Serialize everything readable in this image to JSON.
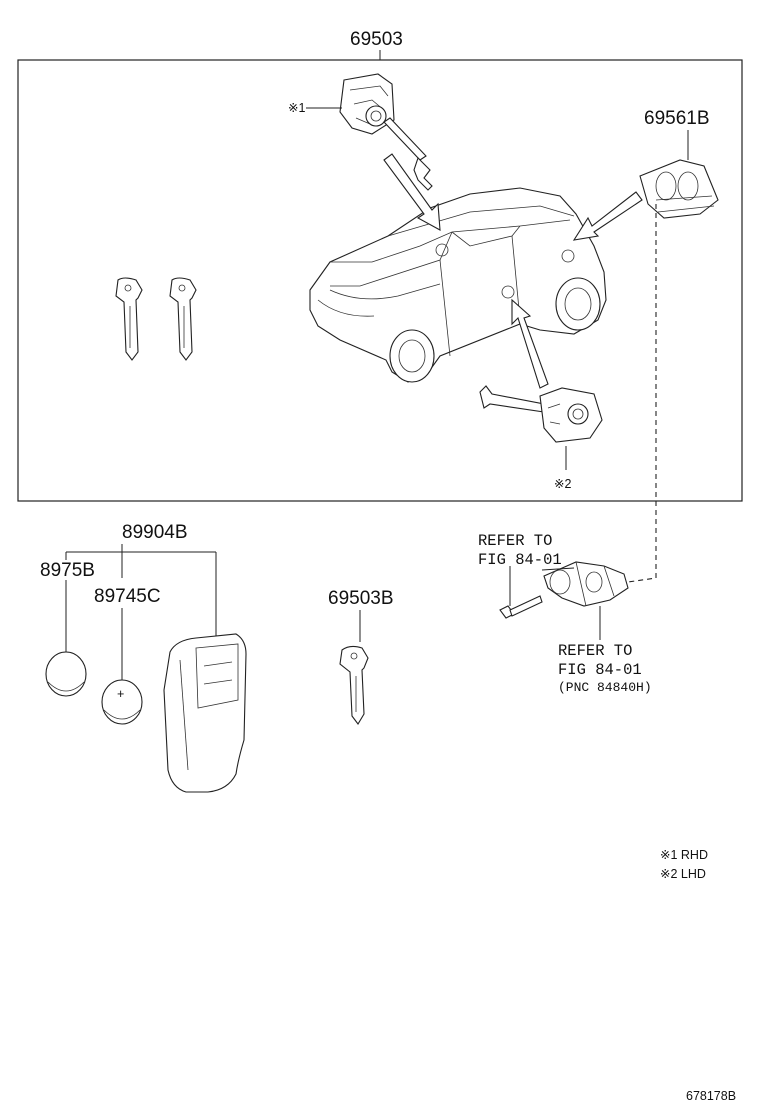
{
  "labels": {
    "main_assembly": "69503",
    "door_lock_cylinder": "69561B",
    "key_set": "89904B",
    "battery_a": "8975B",
    "battery_b": "89745C",
    "blank_key": "69503B",
    "refer_top_line1": "REFER TO",
    "refer_top_line2": "FIG 84-01",
    "refer_bottom_line1": "REFER TO",
    "refer_bottom_line2": "FIG 84-01",
    "refer_bottom_line3": "(PNC 84840H)",
    "note_mark_1": "※1",
    "note_mark_2": "※2",
    "legend_1": "※1 RHD",
    "legend_2": "※2 LHD",
    "diagram_code": "678178B"
  }
}
